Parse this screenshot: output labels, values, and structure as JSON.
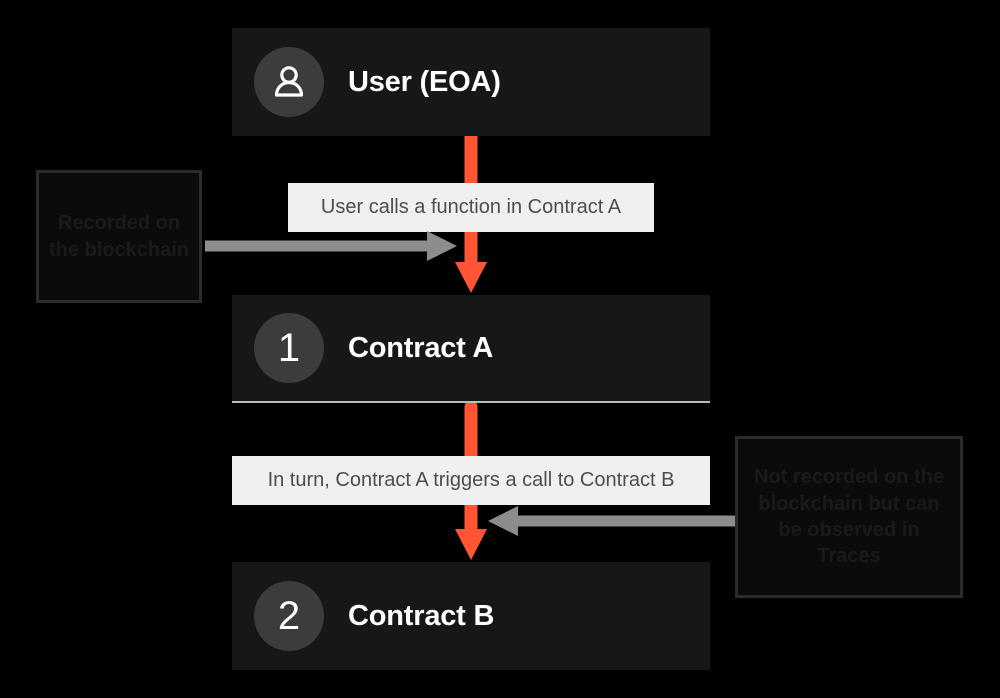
{
  "diagram": {
    "title": "Contract call flow",
    "background_color": "#000000",
    "accent_color": "#FF5534",
    "node_color": "#151718",
    "chip_color": "#F0F0F0",
    "arrow_gray": "#8C8C8C"
  },
  "nodes": [
    {
      "id": "user",
      "icon": "person-icon",
      "badge": "",
      "label": "User (EOA)"
    },
    {
      "id": "contract-a",
      "icon": "",
      "badge": "1",
      "label": "Contract A"
    },
    {
      "id": "contract-b",
      "icon": "",
      "badge": "2",
      "label": "Contract B"
    }
  ],
  "edge_labels": [
    {
      "id": "edge-1",
      "text": "User calls a function in Contract A"
    },
    {
      "id": "edge-2",
      "text": "In turn, Contract A triggers a call to Contract B"
    }
  ],
  "annotations": [
    {
      "id": "annotation-left",
      "text": "Recorded on the blockchain",
      "arrow_direction": "right"
    },
    {
      "id": "annotation-right",
      "text": "Not recorded on the blockchain but can be observed in Traces",
      "arrow_direction": "left"
    }
  ]
}
